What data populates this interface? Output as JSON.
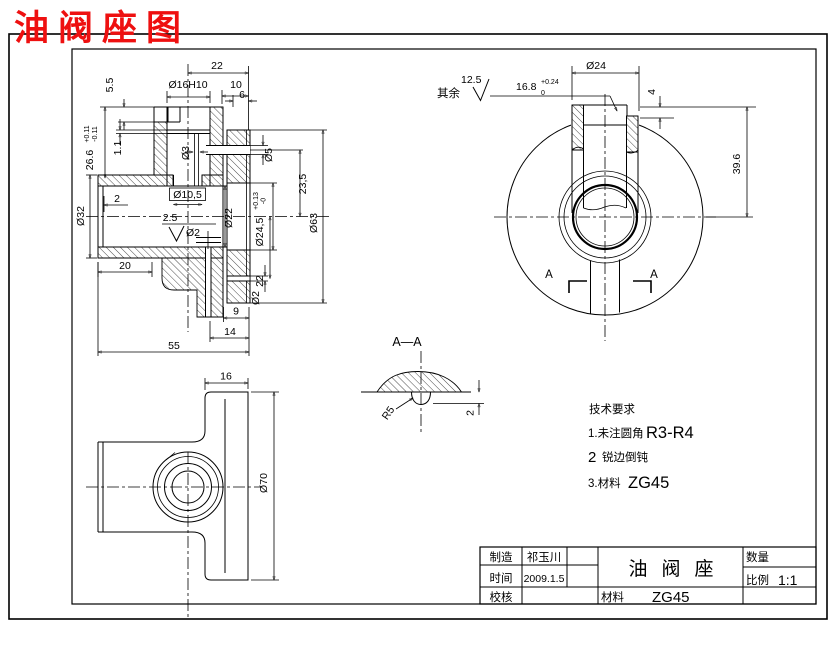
{
  "title": "油阀座图",
  "colors": {
    "title_red": "#ee1010",
    "line": "#000000",
    "paper": "#ffffff"
  },
  "roughness_note": {
    "qiyu": "其余",
    "value": "12.5"
  },
  "main_view": {
    "dims": {
      "d22": "22",
      "d5_5": "5.5",
      "phi16": "Ø16H10",
      "d10": "10",
      "d6": "6",
      "d26_6": "26.6",
      "d26_6_up": "+0.11",
      "d26_6_dn": "-0.11",
      "d1_1": "1.1",
      "phi3": "Ø3",
      "phi32": "Ø32",
      "d2": "2",
      "phi10_5": "Ø10,5",
      "r2_5": "2.5",
      "phi2_tube": "Ø2",
      "d20": "20",
      "d55": "55",
      "d14": "14",
      "d9": "9",
      "phi22": "Ø22",
      "phi24_5": "Ø24,5",
      "phi24_5_up": "+0.13",
      "phi24_5_dn": "-0",
      "phi5": "Ø5",
      "d23_5": "23,5",
      "phi63": "Ø63",
      "d22b": "22",
      "phi2_fl": "Ø2"
    }
  },
  "circle_view": {
    "section_label": "A",
    "dims": {
      "phi24": "Ø24",
      "d16_8": "16.8",
      "d16_8_up": "+0.24",
      "d16_8_dn": "0",
      "d4": "4",
      "d39_6": "39.6"
    }
  },
  "side_view": {
    "dims": {
      "d16": "16",
      "phi70": "Ø70"
    }
  },
  "section_view": {
    "label": "A—A",
    "r": "R5",
    "d2": "2"
  },
  "tech": {
    "title": "技术要求",
    "r1a": "1.未注圆角",
    "r1b": "R3-R4",
    "r2a": "2",
    "r2b": "锐边倒钝",
    "r3a": "3.材料",
    "r3b": "ZG45"
  },
  "title_block": {
    "zhizao": "制造",
    "maker": "祁玉川",
    "shijian": "时间",
    "date": "2009.1.5",
    "jiaohe": "校核",
    "part": "油阀座",
    "cailiao": "材料",
    "material": "ZG45",
    "shuliang": "数量",
    "bili": "比例",
    "scale": "1:1"
  }
}
